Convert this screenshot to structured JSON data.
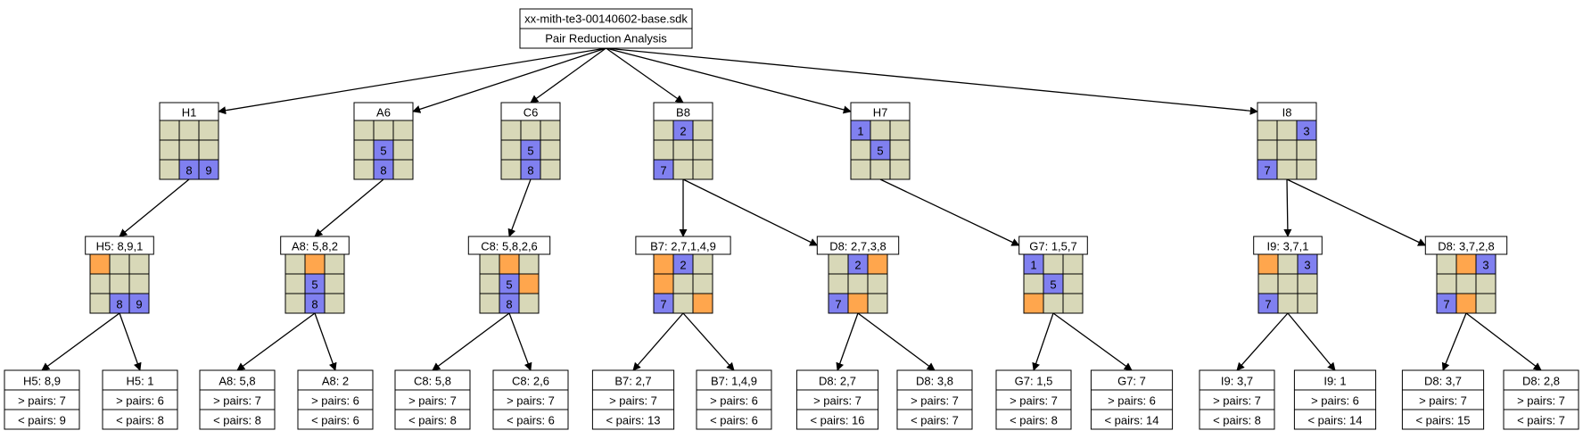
{
  "colors": {
    "edge": "#000000",
    "box_fill": "#ffffff",
    "cell_empty": "#d8d8b8",
    "cell_given": "#8080f0",
    "cell_pair": "#ffa64d"
  },
  "root": {
    "title": "xx-mith-te3-00140602-base.sdk",
    "subtitle": "Pair Reduction Analysis"
  },
  "level1": [
    {
      "id": "H1",
      "title": "H1",
      "cells": [
        "",
        "",
        "",
        "",
        "",
        "",
        "",
        "8",
        "9"
      ],
      "given": [
        7,
        8
      ],
      "pairs": []
    },
    {
      "id": "A6",
      "title": "A6",
      "cells": [
        "",
        "",
        "",
        "",
        "5",
        "",
        "",
        "8",
        ""
      ],
      "given": [
        4,
        7
      ],
      "pairs": []
    },
    {
      "id": "C6",
      "title": "C6",
      "cells": [
        "",
        "",
        "",
        "",
        "5",
        "",
        "",
        "8",
        ""
      ],
      "given": [
        4,
        7
      ],
      "pairs": []
    },
    {
      "id": "B8",
      "title": "B8",
      "cells": [
        "",
        "2",
        "",
        "",
        "",
        "",
        "7",
        "",
        ""
      ],
      "given": [
        1,
        6
      ],
      "pairs": []
    },
    {
      "id": "H7",
      "title": "H7",
      "cells": [
        "1",
        "",
        "",
        "",
        "5",
        "",
        "",
        "",
        ""
      ],
      "given": [
        0,
        4
      ],
      "pairs": []
    },
    {
      "id": "I8",
      "title": "I8",
      "cells": [
        "",
        "",
        "3",
        "",
        "",
        "",
        "7",
        "",
        ""
      ],
      "given": [
        2,
        6
      ],
      "pairs": []
    }
  ],
  "level2": [
    {
      "id": "H5",
      "title": "H5: 8,9,1",
      "cells": [
        "",
        "",
        "",
        "",
        "",
        "",
        "",
        "8",
        "9"
      ],
      "given": [
        7,
        8
      ],
      "pairs": [
        0
      ]
    },
    {
      "id": "A8",
      "title": "A8: 5,8,2",
      "cells": [
        "",
        "",
        "",
        "",
        "5",
        "",
        "",
        "8",
        ""
      ],
      "given": [
        4,
        7
      ],
      "pairs": [
        1
      ]
    },
    {
      "id": "C8",
      "title": "C8: 5,8,2,6",
      "cells": [
        "",
        "",
        "",
        "",
        "5",
        "",
        "",
        "8",
        ""
      ],
      "given": [
        4,
        7
      ],
      "pairs": [
        1,
        5
      ]
    },
    {
      "id": "B7",
      "title": "B7: 2,7,1,4,9",
      "cells": [
        "",
        "2",
        "",
        "",
        "",
        "",
        "7",
        "",
        ""
      ],
      "given": [
        1,
        6
      ],
      "pairs": [
        0,
        3,
        8
      ]
    },
    {
      "id": "D8",
      "title": "D8: 2,7,3,8",
      "cells": [
        "",
        "2",
        "",
        "",
        "",
        "",
        "7",
        "",
        ""
      ],
      "given": [
        1,
        6
      ],
      "pairs": [
        2,
        7
      ]
    },
    {
      "id": "G7",
      "title": "G7: 1,5,7",
      "cells": [
        "1",
        "",
        "",
        "",
        "5",
        "",
        "",
        "",
        ""
      ],
      "given": [
        0,
        4
      ],
      "pairs": [
        6
      ]
    },
    {
      "id": "I9",
      "title": "I9: 3,7,1",
      "cells": [
        "",
        "",
        "3",
        "",
        "",
        "",
        "7",
        "",
        ""
      ],
      "given": [
        2,
        6
      ],
      "pairs": [
        0
      ]
    },
    {
      "id": "D8b",
      "title": "D8: 3,7,2,8",
      "cells": [
        "",
        "",
        "3",
        "",
        "",
        "",
        "7",
        "",
        ""
      ],
      "given": [
        2,
        6
      ],
      "pairs": [
        1,
        7
      ]
    }
  ],
  "leaves": [
    {
      "title": "H5: 8,9",
      "gt": "> pairs: 7",
      "lt": "< pairs: 9"
    },
    {
      "title": "H5: 1",
      "gt": "> pairs: 6",
      "lt": "< pairs: 8"
    },
    {
      "title": "A8: 5,8",
      "gt": "> pairs: 7",
      "lt": "< pairs: 8"
    },
    {
      "title": "A8: 2",
      "gt": "> pairs: 6",
      "lt": "< pairs: 6"
    },
    {
      "title": "C8: 5,8",
      "gt": "> pairs: 7",
      "lt": "< pairs: 8"
    },
    {
      "title": "C8: 2,6",
      "gt": "> pairs: 7",
      "lt": "< pairs: 6"
    },
    {
      "title": "B7: 2,7",
      "gt": "> pairs: 7",
      "lt": "< pairs: 13"
    },
    {
      "title": "B7: 1,4,9",
      "gt": "> pairs: 6",
      "lt": "< pairs: 6"
    },
    {
      "title": "D8: 2,7",
      "gt": "> pairs: 7",
      "lt": "< pairs: 16"
    },
    {
      "title": "D8: 3,8",
      "gt": "> pairs: 7",
      "lt": "< pairs: 7"
    },
    {
      "title": "G7: 1,5",
      "gt": "> pairs: 7",
      "lt": "< pairs: 8"
    },
    {
      "title": "G7: 7",
      "gt": "> pairs: 6",
      "lt": "< pairs: 14"
    },
    {
      "title": "I9: 3,7",
      "gt": "> pairs: 7",
      "lt": "< pairs: 8"
    },
    {
      "title": "I9: 1",
      "gt": "> pairs: 6",
      "lt": "< pairs: 14"
    },
    {
      "title": "D8: 3,7",
      "gt": "> pairs: 7",
      "lt": "< pairs: 15"
    },
    {
      "title": "D8: 2,8",
      "gt": "> pairs: 7",
      "lt": "< pairs: 7"
    }
  ],
  "edges": [
    [
      "root",
      "H1"
    ],
    [
      "root",
      "A6"
    ],
    [
      "root",
      "C6"
    ],
    [
      "root",
      "B8"
    ],
    [
      "root",
      "H7"
    ],
    [
      "root",
      "I8"
    ],
    [
      "H1",
      "H5"
    ],
    [
      "A6",
      "A8"
    ],
    [
      "C6",
      "C8"
    ],
    [
      "B8",
      "B7"
    ],
    [
      "B8",
      "D8"
    ],
    [
      "H7",
      "G7"
    ],
    [
      "I8",
      "I9"
    ],
    [
      "I8",
      "D8b"
    ],
    [
      "H5",
      "L0"
    ],
    [
      "H5",
      "L1"
    ],
    [
      "A8",
      "L2"
    ],
    [
      "A8",
      "L3"
    ],
    [
      "C8",
      "L4"
    ],
    [
      "C8",
      "L5"
    ],
    [
      "B7",
      "L6"
    ],
    [
      "B7",
      "L7"
    ],
    [
      "D8",
      "L8"
    ],
    [
      "D8",
      "L9"
    ],
    [
      "G7",
      "L10"
    ],
    [
      "G7",
      "L11"
    ],
    [
      "I9",
      "L12"
    ],
    [
      "I9",
      "L13"
    ],
    [
      "D8b",
      "L14"
    ],
    [
      "D8b",
      "L15"
    ]
  ]
}
